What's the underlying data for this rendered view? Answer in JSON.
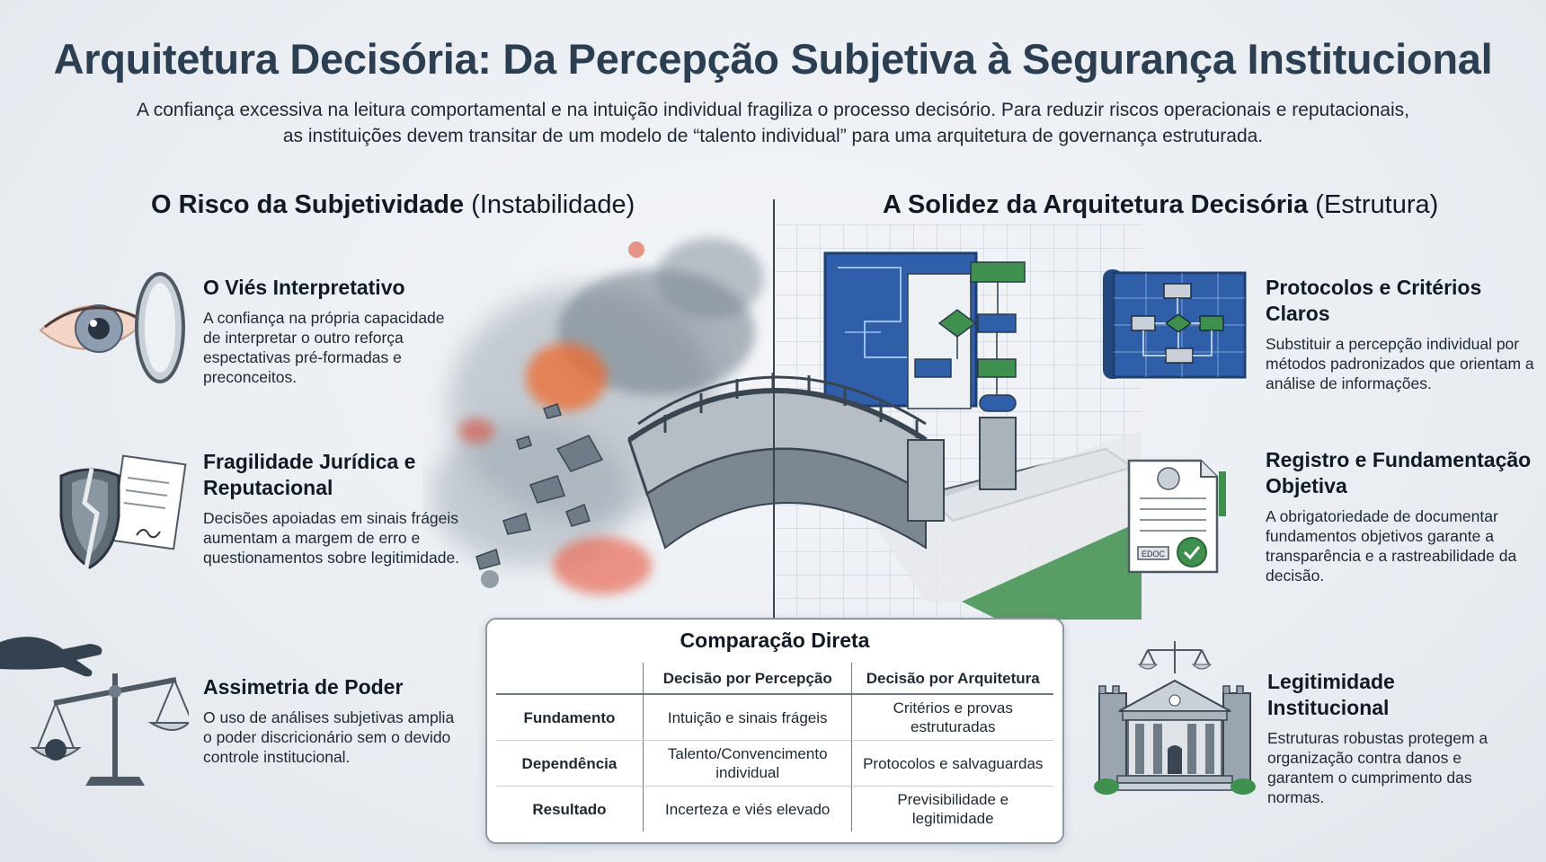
{
  "header": {
    "title": "Arquitetura Decisória: Da Percepção Subjetiva à Segurança Institucional",
    "subtitle": "A confiança excessiva na leitura comportamental e na intuição individual fragiliza o processo decisório. Para reduzir riscos operacionais e reputacionais, as instituições devem transitar de um modelo de “talento individual” para uma arquitetura de governança estruturada."
  },
  "left": {
    "heading_bold": "O Risco da Subjetividade",
    "heading_light": "(Instabilidade)",
    "items": [
      {
        "title": "O Viés Interpretativo",
        "desc": "A confiança na própria capacidade de interpretar o outro reforça espectativas pré-formadas e preconceitos.",
        "icon": "eye-mirror-icon"
      },
      {
        "title": "Fragilidade Jurídica e Reputacional",
        "desc": "Decisões apoiadas em sinais frágeis aumentam a margem de erro e questionamentos sobre legitimidade.",
        "icon": "broken-shield-icon"
      },
      {
        "title": "Assimetria de Poder",
        "desc": "O uso de análises subjetivas amplia o poder discricionário sem o devido controle institucional.",
        "icon": "tilted-scale-icon"
      }
    ]
  },
  "right": {
    "heading_bold": "A Solidez da Arquitetura Decisória",
    "heading_light": "(Estrutura)",
    "items": [
      {
        "title": "Protocolos e Critérios Claros",
        "desc": "Substituir a percepção individual por métodos padronizados que orientam a análise de informações.",
        "icon": "blueprint-flowchart-icon"
      },
      {
        "title": "Registro e Fundamentação Objetiva",
        "desc": "A obrigatoriedade de documentar fundamentos objetivos garante a transparência e a rastreabilidade da decisão.",
        "icon": "certified-document-icon"
      },
      {
        "title": "Legitimidade Institucional",
        "desc": "Estruturas robustas protegem a organização contra danos e garantem o cumprimento das normas.",
        "icon": "institution-building-icon"
      }
    ]
  },
  "illustration": {
    "icon": "bridge-broken-to-solid-icon",
    "doc_label": "EDOC"
  },
  "comparison": {
    "title": "Comparação Direta",
    "columns": [
      "",
      "Decisão por Percepção",
      "Decisão por Arquitetura"
    ],
    "rows": [
      {
        "label": "Fundamento",
        "perception": "Intuição e sinais frágeis",
        "architecture": "Critérios e provas estruturadas"
      },
      {
        "label": "Dependência",
        "perception": "Talento/Convencimento individual",
        "architecture": "Protocolos e salvaguardas"
      },
      {
        "label": "Resultado",
        "perception": "Incerteza e viés elevado",
        "architecture": "Previsibilidade e legitimidade"
      }
    ]
  },
  "colors": {
    "title": "#2c3e52",
    "blueprint": "#2f5fa8",
    "flow_green": "#3f8f4e",
    "chaos_orange": "#ee6b2f",
    "chaos_gray": "#7b8794"
  }
}
